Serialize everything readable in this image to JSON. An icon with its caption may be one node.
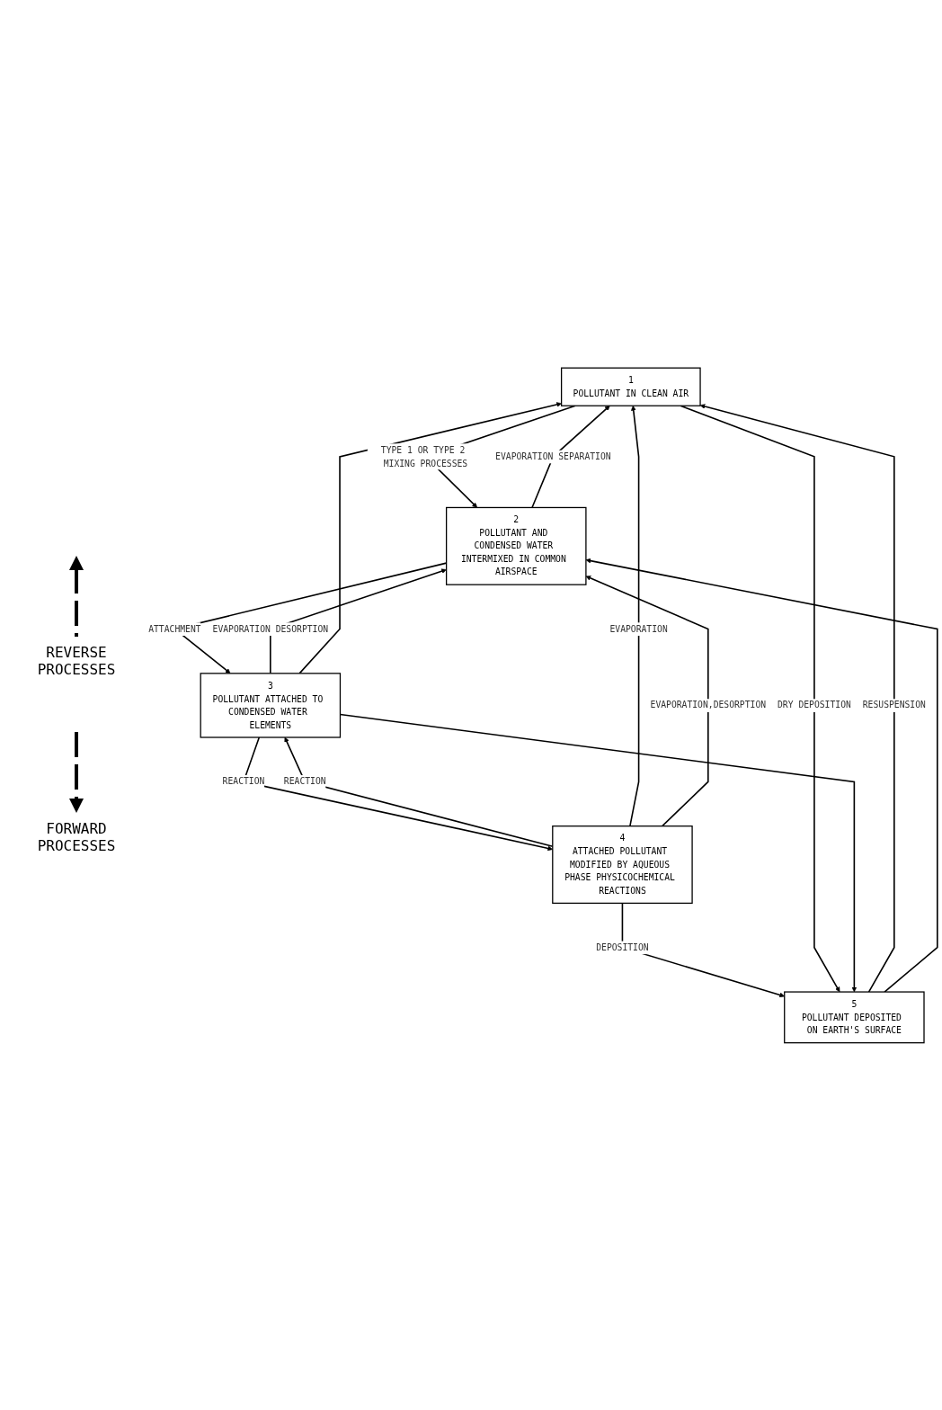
{
  "diagram": {
    "nodes": [
      {
        "text": [
          "1",
          "POLLUTANT IN CLEAN AIR"
        ]
      },
      {
        "text": [
          "2",
          "POLLUTANT AND CONDENSED WATER INTERMIXED IN COMMON AIRSPACE"
        ]
      },
      {
        "text": [
          "3",
          "POLLUTANT ATTACHED TO CONDENSED WATER ELEMENTS"
        ]
      },
      {
        "text": [
          "4",
          "ATTACHED POLLUTANT MODIFIED BY AQUEOUS PHASE PHYSICOCHEMICAL REACTIONS"
        ]
      },
      {
        "text": [
          "5",
          "POLLUTANT DEPOSITED ON EARTH'S SURFACE"
        ]
      }
    ],
    "edges": [
      {
        "from": 0,
        "to": 1,
        "arrow": "to",
        "label": "TYPE 1 OR TYPE 2 MIXING PROCESSES"
      },
      {
        "from": 1,
        "to": 0,
        "arrow": "to",
        "label": "EVAPORATION SEPARATION"
      },
      {
        "from": 1,
        "to": 2,
        "arrow": "to",
        "label": "ATTACHMENT"
      },
      {
        "from": 2,
        "to": 1,
        "arrow": "to",
        "label": "EVAPORATION DESORPTION"
      },
      {
        "from": 2,
        "to": 3,
        "arrow": "to",
        "label": "REACTION"
      },
      {
        "from": 3,
        "to": 2,
        "arrow": "to",
        "label": "REACTION"
      },
      {
        "from": 3,
        "to": 4,
        "arrow": "to",
        "label": "DEPOSITION"
      },
      {
        "from": 0,
        "to": 4,
        "arrow": "to",
        "label": "DRY DEPOSITION"
      },
      {
        "from": 2,
        "to": 4,
        "arrow": "to"
      },
      {
        "from": 4,
        "to": 0,
        "arrow": "to",
        "label": "RESUSPENSION"
      },
      {
        "from": 4,
        "to": 1,
        "arrow": "to"
      },
      {
        "from": 3,
        "to": 0,
        "arrow": "to",
        "label": "EVAPORATION"
      },
      {
        "from": 2,
        "to": 0,
        "arrow": "to"
      },
      {
        "from": 3,
        "to": 1,
        "arrow": "to",
        "label": "EVAPORATION,DESORPTION"
      }
    ],
    "legend": [
      {
        "text": "REVERSE PROCESSES"
      },
      {
        "text": "FORWARD PROCESSES"
      }
    ]
  }
}
